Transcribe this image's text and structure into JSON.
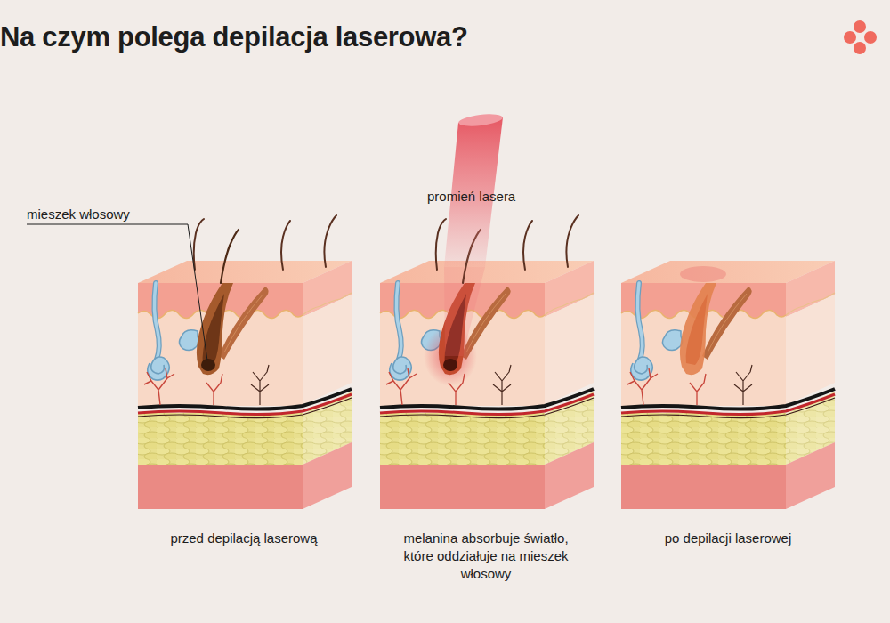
{
  "diagram": {
    "title": "Na czym polega depilacja laserowa?",
    "labels": [
      "mieszek włosowy",
      "promień lasera",
      "przed depilacją laserową",
      "melanina absorbuje światło, które oddziałuje na mieszek włosowy",
      "po depilacji laserowej"
    ]
  }
}
